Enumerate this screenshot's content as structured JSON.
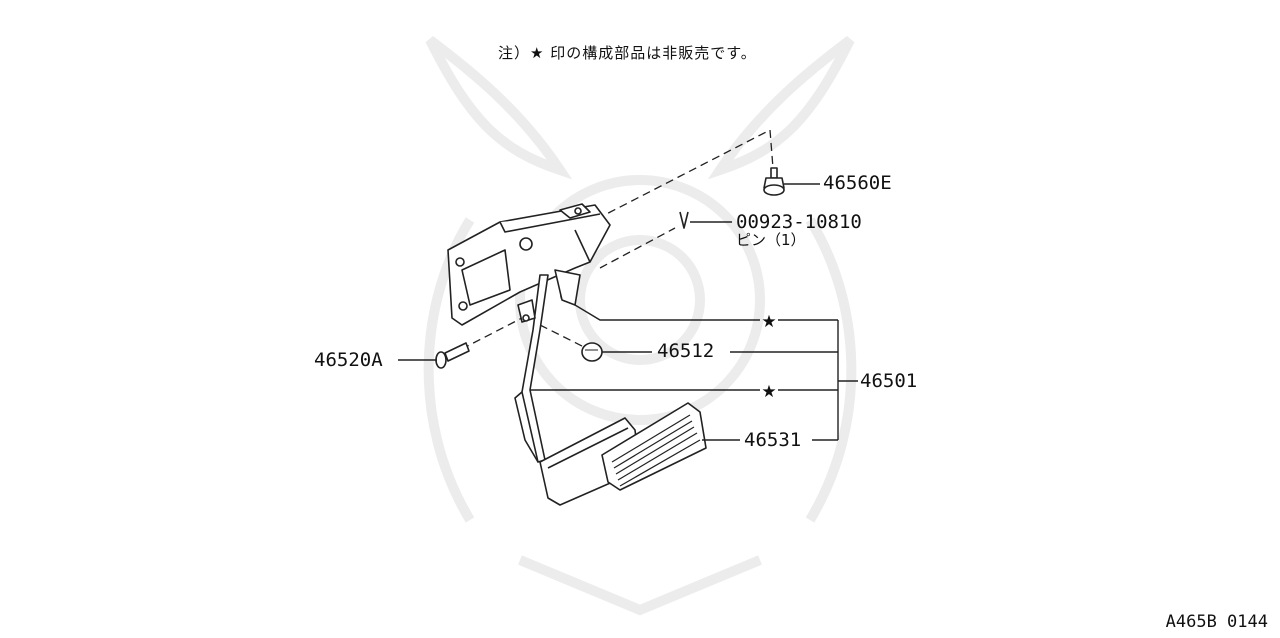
{
  "note": "注）★ 印の構成部品は非販売です。",
  "parts": {
    "bolt": "46560E",
    "pin_number": "00923-10810",
    "pin_name": "ピン（1）",
    "bolt_a": "46520A",
    "stopper": "46512",
    "assembly": "46501",
    "pad": "46531"
  },
  "star_symbol": "★",
  "drawing_code": "A465B 0144",
  "colors": {
    "line": "#222222",
    "watermark": "#ececec"
  }
}
